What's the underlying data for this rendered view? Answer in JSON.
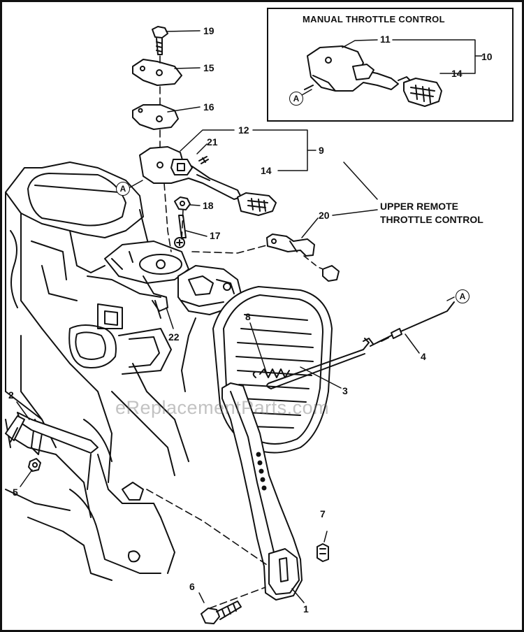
{
  "inset": {
    "title": "MANUAL THROTTLE CONTROL",
    "labels": {
      "n11": "11",
      "n10": "10",
      "n14": "14",
      "a": "A"
    }
  },
  "callouts": {
    "n19": "19",
    "n15": "15",
    "n16": "16",
    "n12": "12",
    "n9": "9",
    "n21": "21",
    "n14": "14",
    "n18": "18",
    "n17": "17",
    "n20": "20",
    "n22": "22",
    "n8": "8",
    "n4": "4",
    "n3": "3",
    "n2": "2",
    "n5": "5",
    "n7": "7",
    "n6": "6",
    "n1": "1",
    "a1": "A",
    "a2": "A"
  },
  "upper_remote_label": {
    "line1": "UPPER REMOTE",
    "line2": "THROTTLE CONTROL"
  },
  "watermark": "eReplacementParts.com"
}
